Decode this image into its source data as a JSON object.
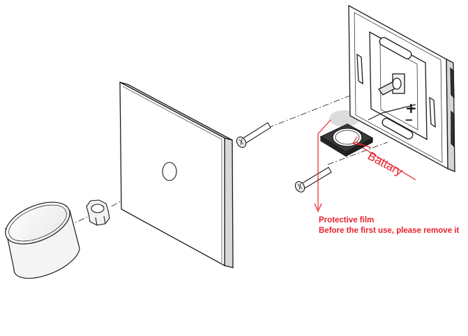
{
  "diagram": {
    "labels": {
      "battery": "Battary",
      "plus": "+",
      "minus": "−",
      "protective_film": "Protective film",
      "remove_note": "Before the first use, please remove it"
    },
    "parts": [
      "knob-icon",
      "nut-icon",
      "cover-plate-icon",
      "screw-icon",
      "battery-holder-icon",
      "mounting-frame-icon"
    ],
    "colors": {
      "line": "#1a1a1a",
      "annotation": "#e8202a",
      "film": "#dcdcdc"
    }
  }
}
